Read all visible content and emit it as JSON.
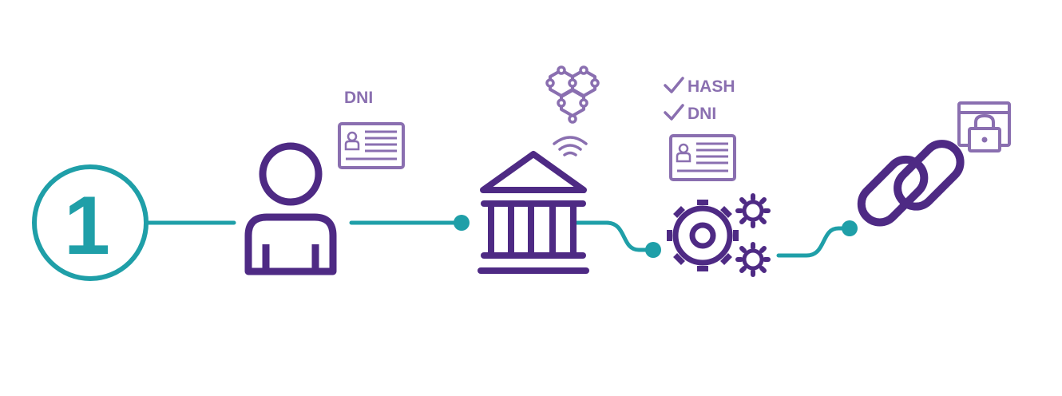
{
  "step": {
    "number": "1"
  },
  "labels": {
    "dni_user": "DNI",
    "check_hash": "HASH",
    "check_dni": "DNI"
  },
  "colors": {
    "teal": "#1f9fa8",
    "purple": "#4e2a84",
    "light_purple": "#8a6fb0"
  },
  "icons": [
    "step-number-circle",
    "user-icon",
    "id-card-icon",
    "bank-icon",
    "wifi-icon",
    "blockchain-network-icon",
    "checkmark-icon",
    "gears-icon",
    "chain-link-icon",
    "secure-browser-lock-icon"
  ]
}
